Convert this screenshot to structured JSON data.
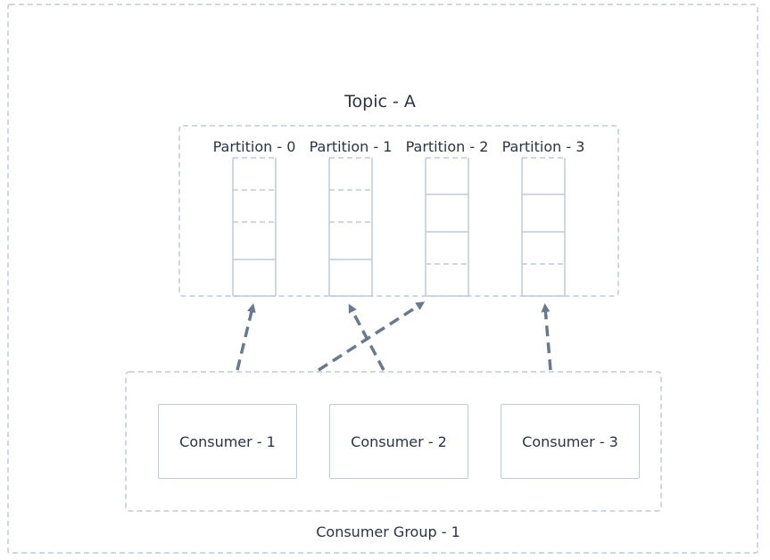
{
  "topic": {
    "title": "Topic - A"
  },
  "partitions": [
    {
      "label": "Partition - 0"
    },
    {
      "label": "Partition - 1"
    },
    {
      "label": "Partition - 2"
    },
    {
      "label": "Partition - 3"
    }
  ],
  "consumers": [
    {
      "label": "Consumer - 1"
    },
    {
      "label": "Consumer - 2"
    },
    {
      "label": "Consumer - 3"
    }
  ],
  "group": {
    "label": "Consumer Group - 1"
  },
  "colors": {
    "dashed_border": "#bfcbd8",
    "arrow": "#6b7a8b",
    "text": "#2b3442"
  }
}
